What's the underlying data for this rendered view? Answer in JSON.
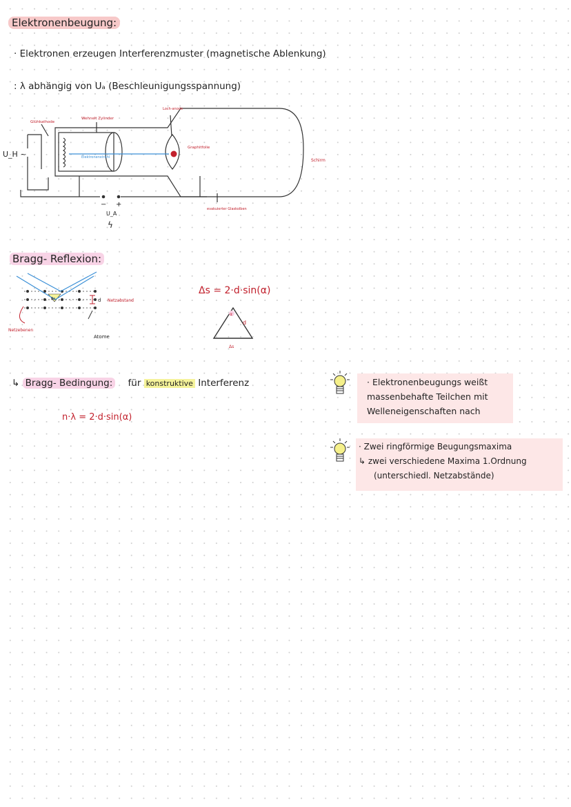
{
  "page": {
    "title": "Elektronenbeugung:",
    "line1": "· Elektronen erzeugen Interferenzmuster (magnetische Ablenkung)",
    "line2": ": λ abhängig von Uₐ (Beschleunigungsspannung)"
  },
  "apparatus": {
    "label_gluehkathode": "Glühkathode",
    "label_wehnelt": "Wehnelt Zylinder",
    "label_lochanode": "Loch-anode",
    "label_graphitfolie": "Graphitfolie",
    "label_elektronenstrahl": "Elektronenstrahl",
    "label_schirm": "Schirm",
    "label_glaskolben": "evakuierter Glaskolben",
    "label_uh": "U_H ~",
    "label_ua": "U_A",
    "label_minus": "−",
    "label_plus": "+",
    "label_bolt": "ϟ"
  },
  "bragg": {
    "heading": "Bragg- Reflexion:",
    "formula_delta": "Δs = 2·d·sin(α)",
    "label_d": "d",
    "label_netzabstand": "Netzabstand",
    "label_netzebenen": "Netzebenen",
    "label_atome": "Atome",
    "label_ds": "Δs",
    "tri_alpha": "α",
    "tri_d": "d",
    "tri_ds": "Δs"
  },
  "bedingung": {
    "arrow": "↳",
    "label": "Bragg- Bedingung:",
    "fuer": "für",
    "konstruktive": "konstruktive",
    "interferenz": "Interferenz",
    "formula": "n·λ = 2·d·sin(α)"
  },
  "notes": [
    {
      "lines": [
        "· Elektronenbeugungs weißt",
        "massenbehafte Teilchen mit",
        "Welleneigenschaften nach"
      ]
    },
    {
      "lines": [
        "· Zwei ringförmige Beugungsmaxima",
        "↳ zwei verschiedene Maxima 1.Ordnung",
        "(unterschiedl. Netzabstände)"
      ]
    }
  ]
}
